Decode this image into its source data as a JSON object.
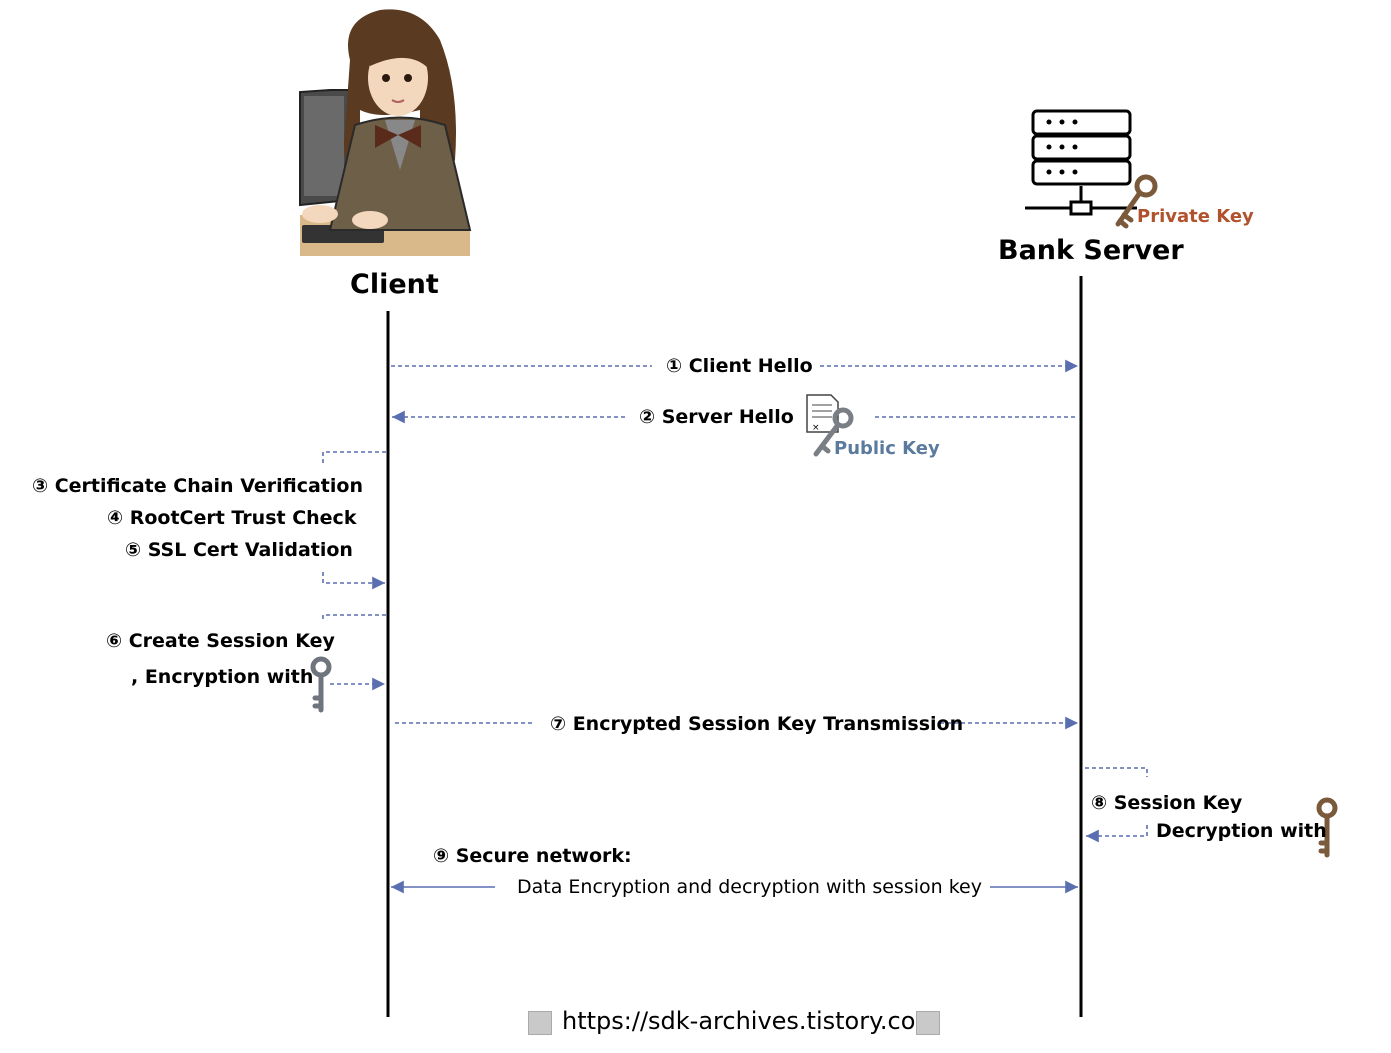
{
  "participants": {
    "client": "Client",
    "server": "Bank Server"
  },
  "keys": {
    "private_key": "Private Key",
    "public_key": "Public Key"
  },
  "messages": {
    "m1": "① Client Hello",
    "m2": "② Server Hello",
    "m3": "③ Certificate Chain Verification",
    "m4": "④ RootCert Trust Check",
    "m5": "⑤ SSL Cert Validation",
    "m6a": "⑥ Create Session Key",
    "m6b": ", Encryption with",
    "m7": "⑦ Encrypted Session Key Transmission",
    "m8a": "⑧ Session Key",
    "m8b": "Decryption with",
    "m9a": "⑨ Secure network:",
    "m9b": "Data Encryption and decryption with session key"
  },
  "footer": {
    "url": "https://sdk-archives.tistory.com"
  },
  "colors": {
    "arrow": "#5a6fb0",
    "lifeline": "#000000",
    "private_key": "#b0522c",
    "public_key": "#5a7a9e"
  }
}
